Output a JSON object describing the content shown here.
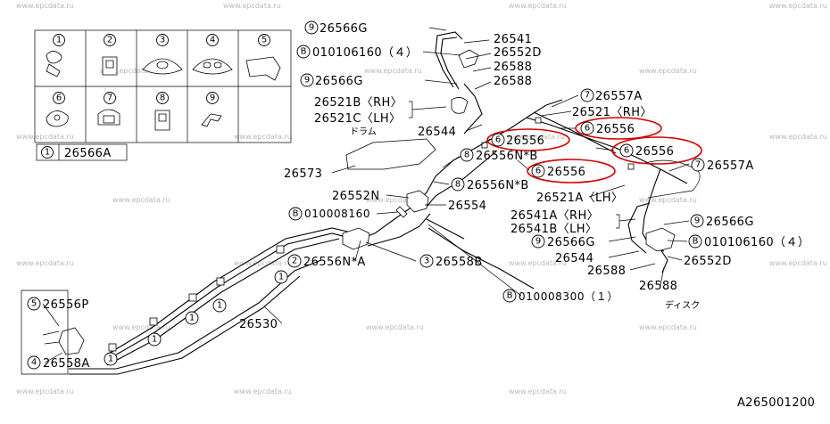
{
  "watermark": "www.epcdata.ru",
  "diagram_code": "A265001200",
  "legend": {
    "cells": [
      "1",
      "2",
      "3",
      "4",
      "5",
      "6",
      "7",
      "8",
      "9"
    ],
    "key_number": "1",
    "key_part": "26566A"
  },
  "labels": {
    "p26566G_top": "26566G",
    "p26541": "26541",
    "p010106160_top": "010106160（４）",
    "p26552D_top": "26552D",
    "p26566G_mid": "26566G",
    "p26588_a": "26588",
    "p26588_b": "26588",
    "p26557A_top": "26557A",
    "p26521B": "26521B〈RH〉",
    "p26521C": "26521C〈LH〉",
    "p26521RH": "26521〈RH〉",
    "p26556_r1": "26556",
    "p26544_top": "26544",
    "drum": "ドラム",
    "p26556_l": "26556",
    "p26556_r2": "26556",
    "p26556NB_1": "26556N*B",
    "p26557A_right": "26557A",
    "p26573": "26573",
    "p26556_c": "26556",
    "p26556NB_2": "26556N*B",
    "p26552N": "26552N",
    "p26521A": "26521A〈LH〉",
    "p26554": "26554",
    "p26541A": "26541A〈RH〉",
    "p26541B": "26541B〈LH〉",
    "p010008160": "010008160",
    "p26566G_right": "26566G",
    "p26566G_low": "26566G",
    "p010106160_low": "010106160（４）",
    "p26544_low": "26544",
    "p26552D_low": "26552D",
    "p26588_low1": "26588",
    "p26556NA": "26556N*A",
    "p26558B": "26558B",
    "p26588_low2": "26588",
    "p010008300": "010008300（１）",
    "p26556P": "26556P",
    "disc": "ディスク",
    "p26530": "26530",
    "p26558A": "26558A"
  },
  "circle_numbers": {
    "n9_top": "9",
    "nB_top": "B",
    "n9_mid": "9",
    "n7_top": "7",
    "n6_r1": "6",
    "n6_l": "6",
    "n6_r2": "6",
    "n8_1": "8",
    "n7_right": "7",
    "n6_c": "6",
    "n8_2": "8",
    "nB_mid": "B",
    "n9_right": "9",
    "n9_low": "9",
    "nB_low": "B",
    "n2": "2",
    "n3": "3",
    "nB_bottom": "B",
    "n5": "5",
    "n4": "4",
    "n1_a": "1",
    "n1_b": "1",
    "n1_c": "1",
    "n1_d": "1",
    "n1_e": "1"
  },
  "colors": {
    "highlight": "#d60000",
    "line": "#000000",
    "watermark": "#b9b9b9"
  }
}
